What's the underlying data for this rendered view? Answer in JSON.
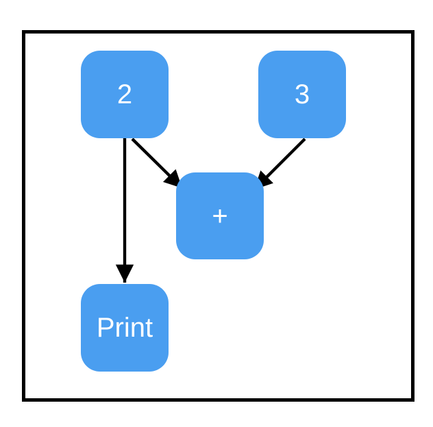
{
  "diagram": {
    "node_fill_color": "#4A9EF0",
    "node_text_color": "#ffffff",
    "edge_color": "#000000",
    "frame_color": "#000000",
    "nodes": [
      {
        "id": "node-2",
        "label": "2"
      },
      {
        "id": "node-3",
        "label": "3"
      },
      {
        "id": "node-plus",
        "label": "+"
      },
      {
        "id": "node-print",
        "label": "Print"
      }
    ],
    "edges": [
      {
        "from": "2",
        "to": "+"
      },
      {
        "from": "3",
        "to": "+"
      },
      {
        "from": "2",
        "to": "Print"
      }
    ]
  }
}
